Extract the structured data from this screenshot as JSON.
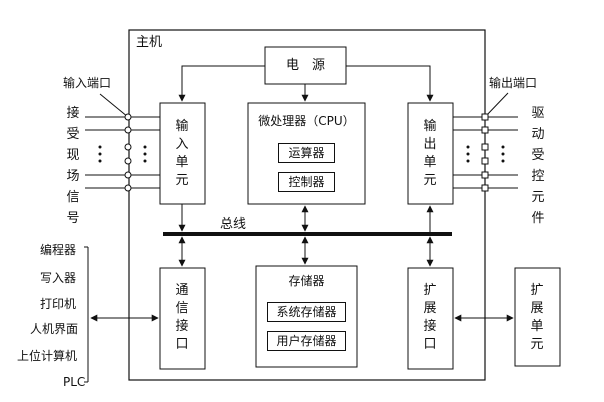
{
  "host_label": "主机",
  "power_label": "电　源",
  "cpu": {
    "title": "微处理器（CPU）",
    "alu": "运算器",
    "controller": "控制器"
  },
  "input_unit": "输入单元",
  "output_unit": "输出单元",
  "bus_label": "总线",
  "comm_interface": "通信接口",
  "memory": {
    "title": "存储器",
    "system": "系统存储器",
    "user": "用户存储器"
  },
  "expansion_interface": "扩展接口",
  "expansion_unit": "扩展单元",
  "input_port_label": "输入端口",
  "output_port_label": "输出端口",
  "input_signals": "接受现场信号",
  "output_drive": "驱动受控元件",
  "peripherals": [
    "编程器",
    "写入器",
    "打印机",
    "人机界面",
    "上位计算机",
    "PLC"
  ]
}
